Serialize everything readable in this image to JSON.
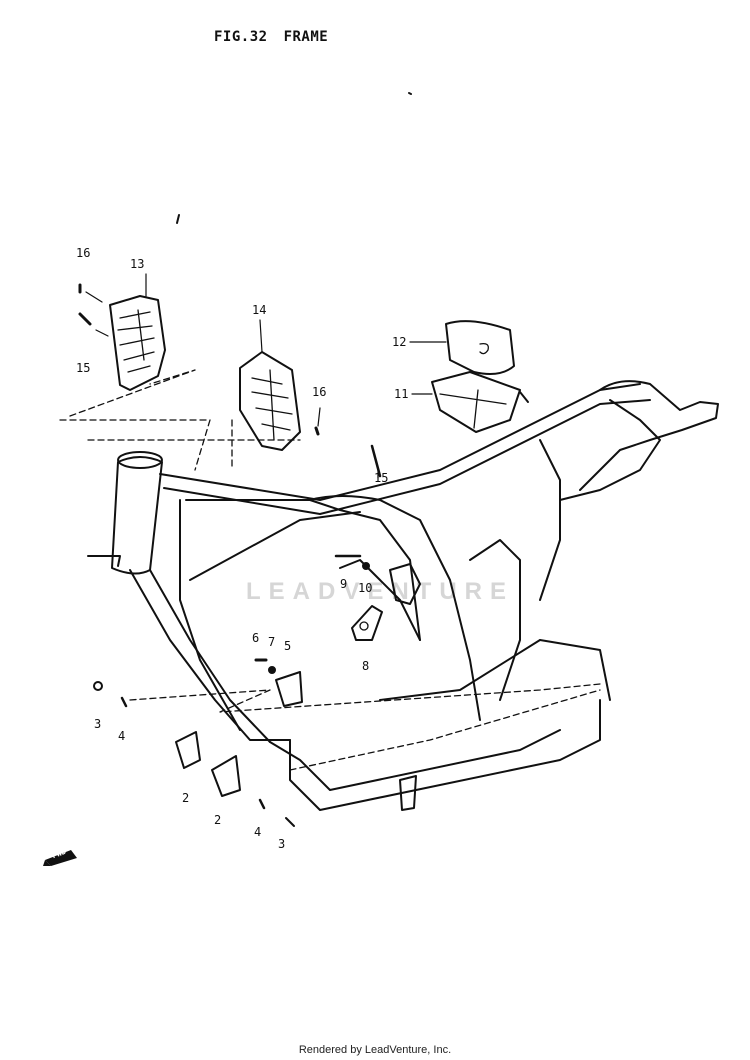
{
  "header": {
    "fig_number": "FIG.32",
    "fig_title": "FRAME"
  },
  "watermark": "LEADVENTURE",
  "footer": "Rendered by LeadVenture, Inc.",
  "fwd_label": "FWD",
  "callouts": [
    "16",
    "13",
    "15",
    "14",
    "12",
    "11",
    "16",
    "15",
    "9",
    "10",
    "6",
    "7",
    "5",
    "8",
    "3",
    "4",
    "2",
    "2",
    "4",
    "3"
  ]
}
